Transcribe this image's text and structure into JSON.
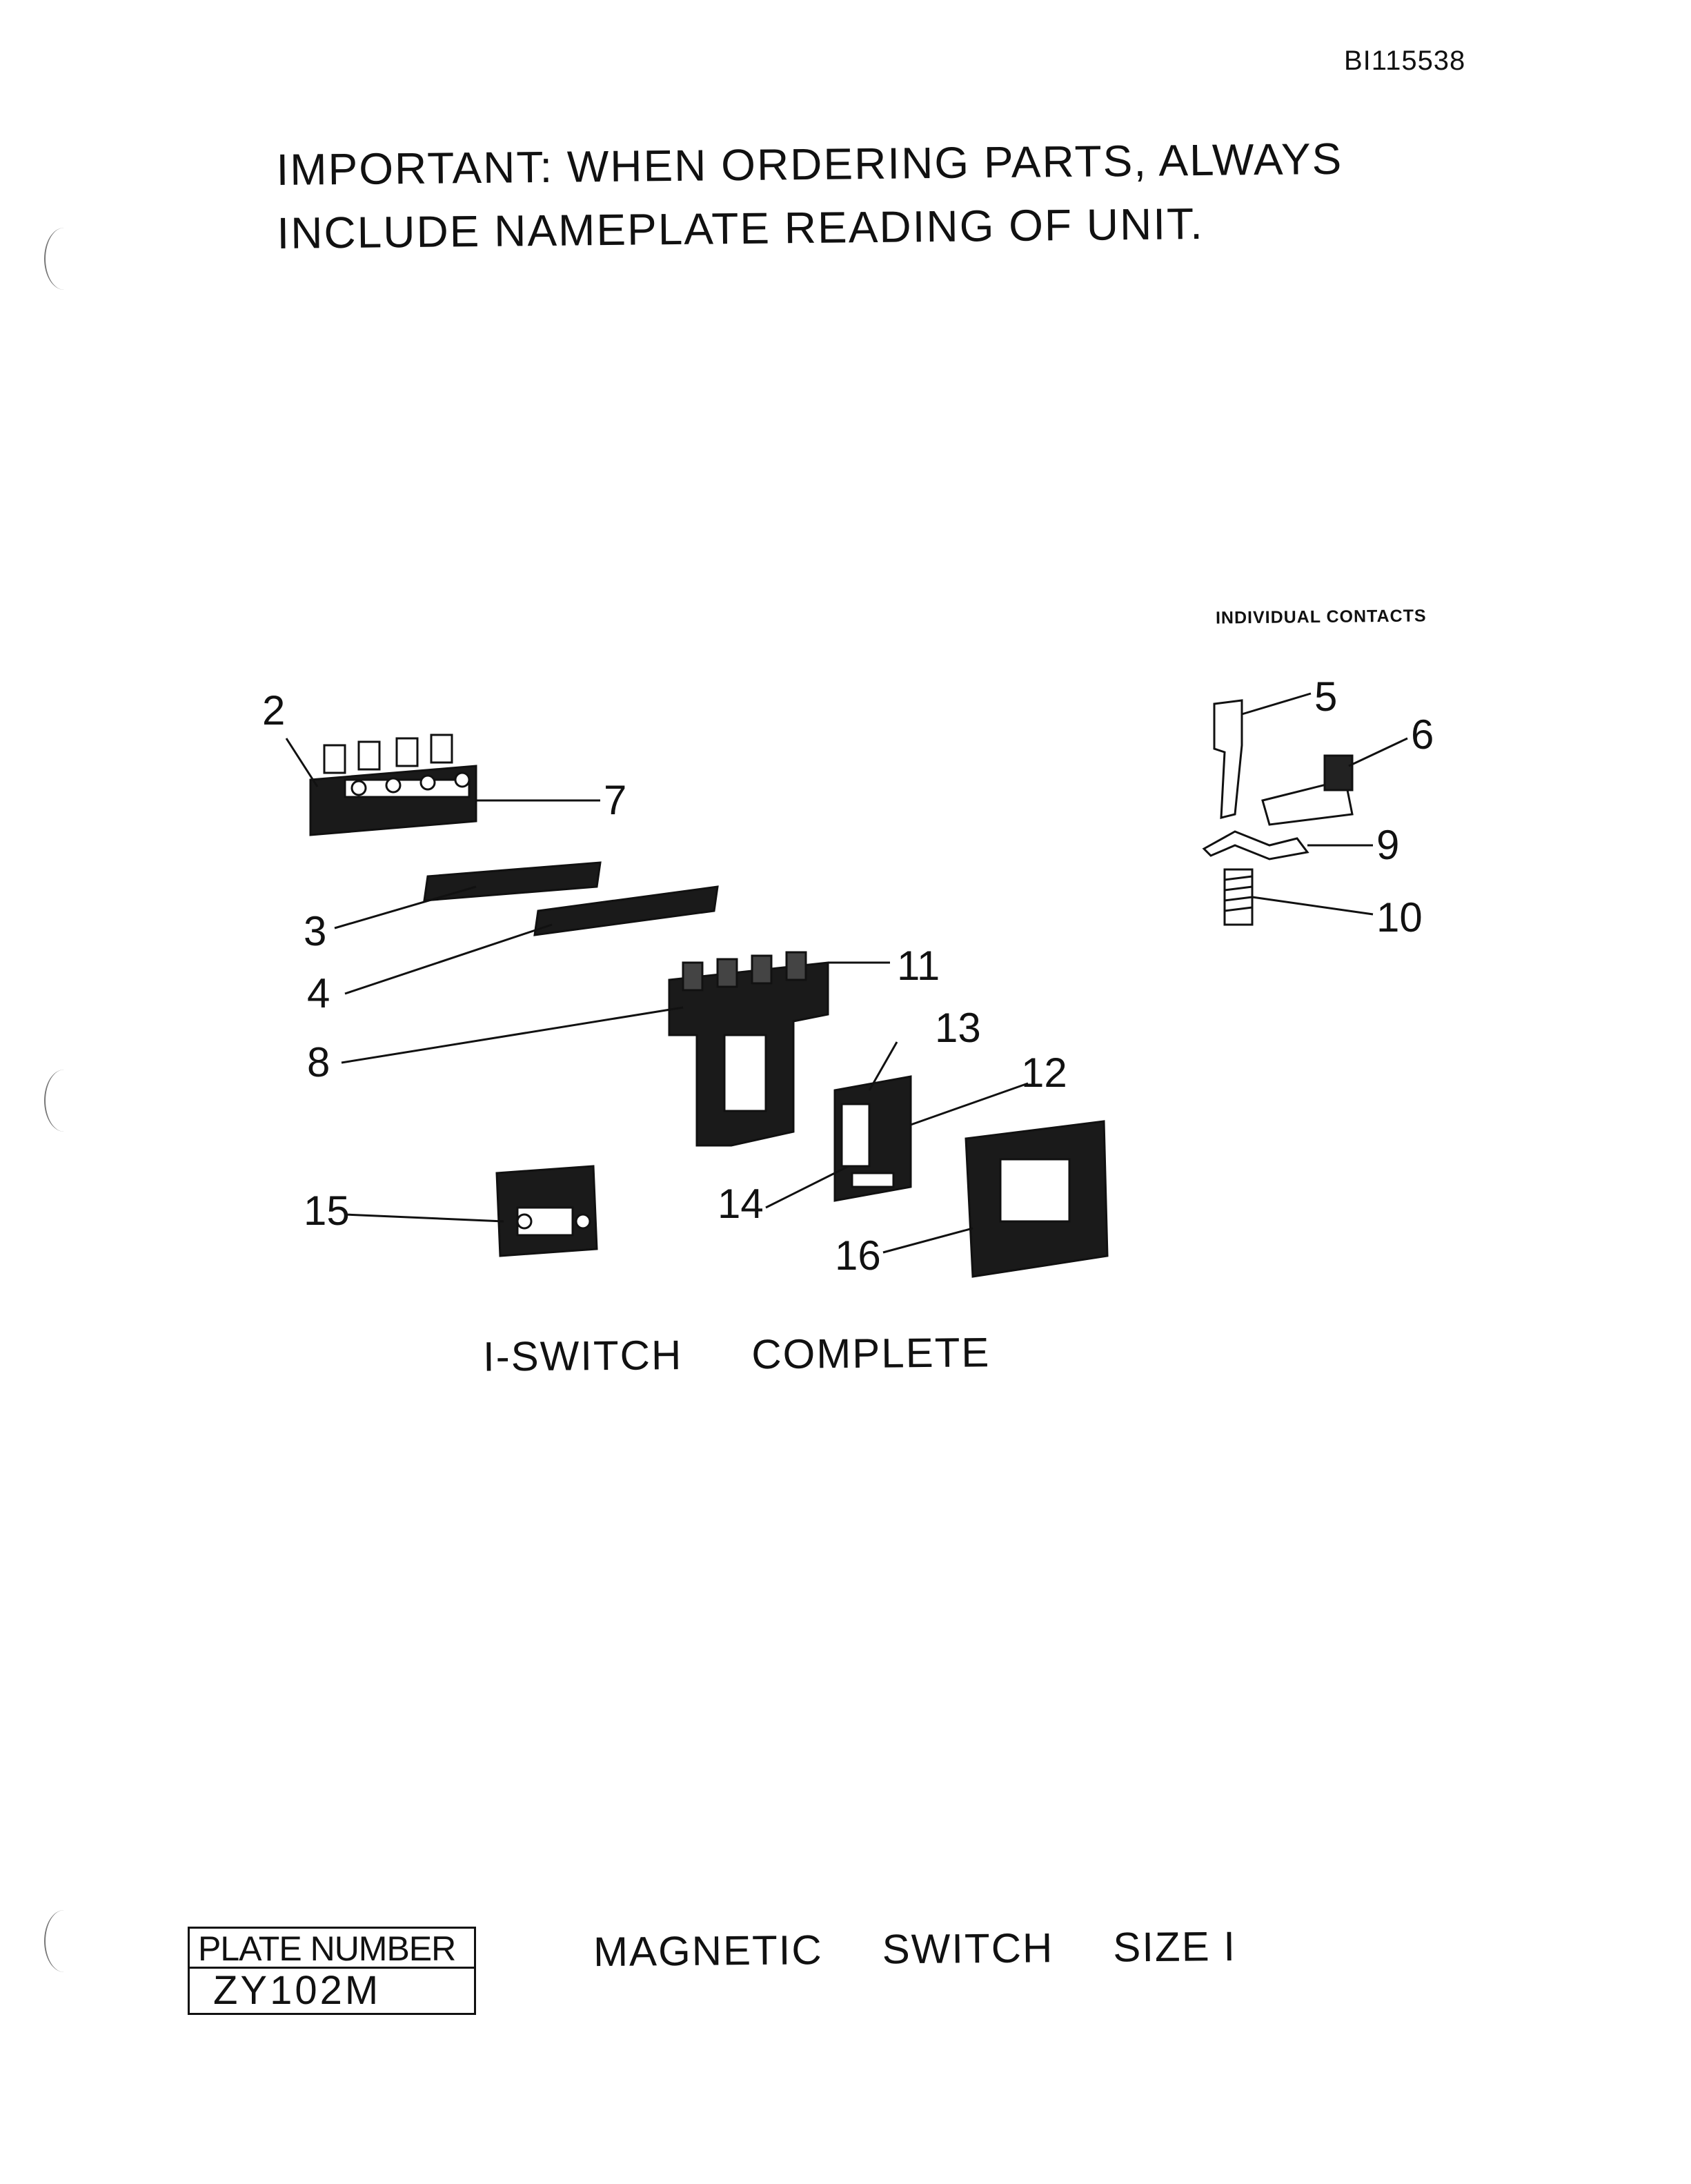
{
  "header": {
    "doc_id": "BI115538"
  },
  "notice": {
    "line1": "IMPORTANT: WHEN  ORDERING  PARTS, ALWAYS",
    "line2": "INCLUDE  NAMEPLATE  READING  OF  UNIT."
  },
  "diagram": {
    "contacts_title": "INDIVIDUAL CONTACTS",
    "labels": {
      "p2": "2",
      "p3": "3",
      "p4": "4",
      "p5": "5",
      "p6": "6",
      "p7": "7",
      "p8": "8",
      "p9": "9",
      "p10": "10",
      "p11": "11",
      "p12": "12",
      "p13": "13",
      "p14": "14",
      "p15": "15",
      "p16": "16"
    },
    "caption_a": "I-SWITCH",
    "caption_b": "COMPLETE"
  },
  "footer": {
    "plate_label": "PLATE NUMBER",
    "plate_number": "ZY102M",
    "title_word1": "MAGNETIC",
    "title_word2": "SWITCH",
    "title_word3": "SIZE I"
  }
}
